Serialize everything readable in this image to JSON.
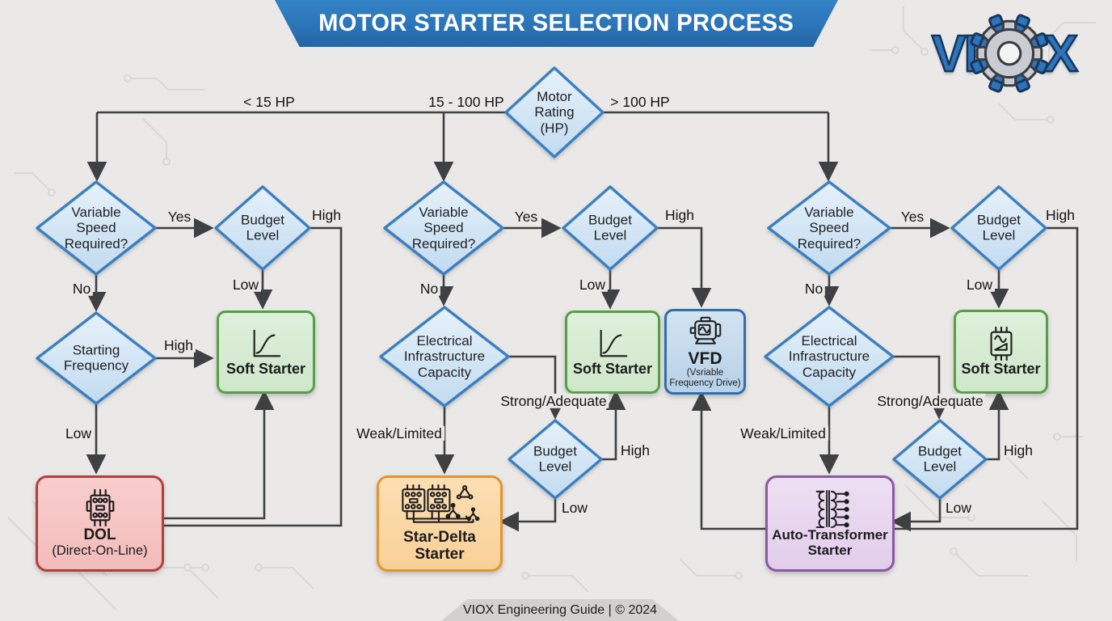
{
  "title": "MOTOR STARTER SELECTION PROCESS",
  "footer": "VIOX Engineering Guide | © 2024",
  "logo": {
    "left": "VI",
    "right": "X"
  },
  "branch_labels": {
    "lt15": "< 15 HP",
    "mid": "15 - 100 HP",
    "gt100": "> 100 HP"
  },
  "edge_labels": {
    "yes": "Yes",
    "no": "No",
    "high": "High",
    "low": "Low",
    "strong": "Strong/Adequate",
    "weak": "Weak/Limited"
  },
  "decisions": {
    "motor_rating": "Motor\nRating\n(HP)",
    "variable_speed": "Variable\nSpeed\nRequired?",
    "budget_level": "Budget\nLevel",
    "starting_frequency": "Starting\nFrequency",
    "infrastructure": "Electrical\nInfrastructure\nCapacity"
  },
  "outcomes": {
    "soft_starter": {
      "title": "Soft Starter"
    },
    "vfd": {
      "title": "VFD",
      "subtitle": "(Vsriable\nFrequency Drive)"
    },
    "dol": {
      "title": "DOL",
      "subtitle": "(Direct-On-Line)"
    },
    "star_delta": {
      "title": "Star-Delta\nStarter"
    },
    "auto_transformer": {
      "title": "Auto-Transformer\nStarter"
    }
  },
  "palette": {
    "banner_blue": "#2B74B8",
    "line_gray": "#3F4043",
    "diamond_fill": "#D9EAF7",
    "diamond_border": "#3A7FC1",
    "green_fill": "#D6ECD2",
    "green_border": "#55A047",
    "blue_fill": "#C3D9EC",
    "blue_border": "#2E6FAE",
    "red_fill": "#F6C9C8",
    "red_border": "#B23F3E",
    "orange_fill": "#FBD9A4",
    "orange_border": "#E2952F",
    "purple_fill": "#E9D9F0",
    "purple_border": "#8C57A6",
    "background": "#EAE9E7"
  }
}
